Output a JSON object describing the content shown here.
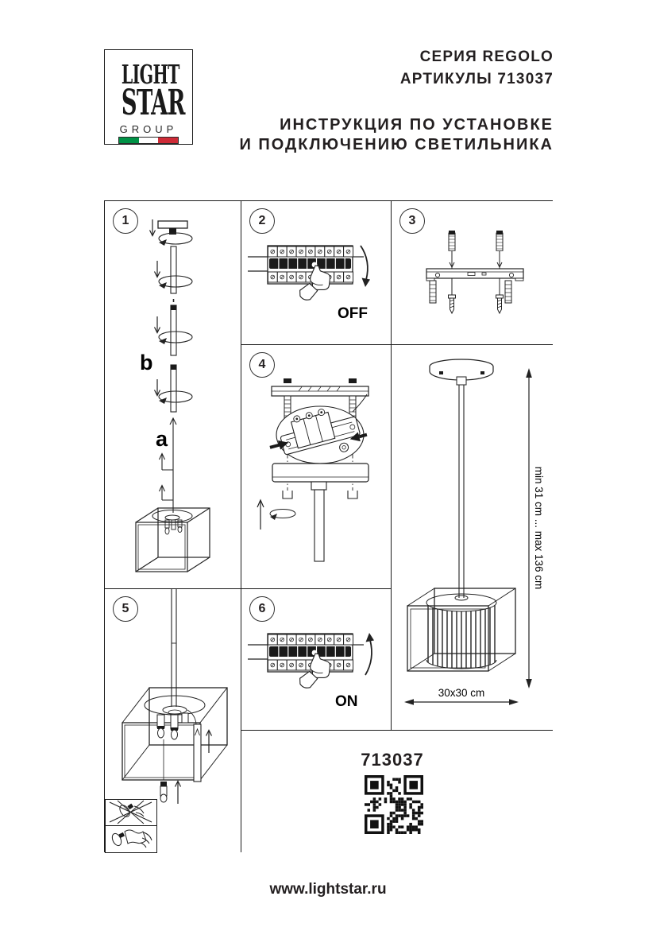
{
  "header": {
    "logo": {
      "line1": "LIGHT",
      "line2": "STAR",
      "line3": "GROUP"
    },
    "series": "СЕРИЯ REGOLO",
    "articles": "АРТИКУЛЫ 713037",
    "title_line1": "ИНСТРУКЦИЯ ПО УСТАНОВКЕ",
    "title_line2": "И ПОДКЛЮЧЕНИЮ СВЕТИЛЬНИКА"
  },
  "colors": {
    "ink": "#231f20",
    "flag_green": "#009246",
    "flag_white": "#ffffff",
    "flag_red": "#ce2b37"
  },
  "steps": [
    {
      "number": "1"
    },
    {
      "number": "2",
      "label": "OFF"
    },
    {
      "number": "3"
    },
    {
      "number": "4"
    },
    {
      "number": "5"
    },
    {
      "number": "6",
      "label": "ON"
    }
  ],
  "step1_labels": {
    "part_b": "b",
    "part_a": "a"
  },
  "dimensions": {
    "height_range": "min 31 cm ... max 136 cm",
    "width": "30x30 cm"
  },
  "article_number": "713037",
  "footer": {
    "website": "www.lightstar.ru"
  }
}
